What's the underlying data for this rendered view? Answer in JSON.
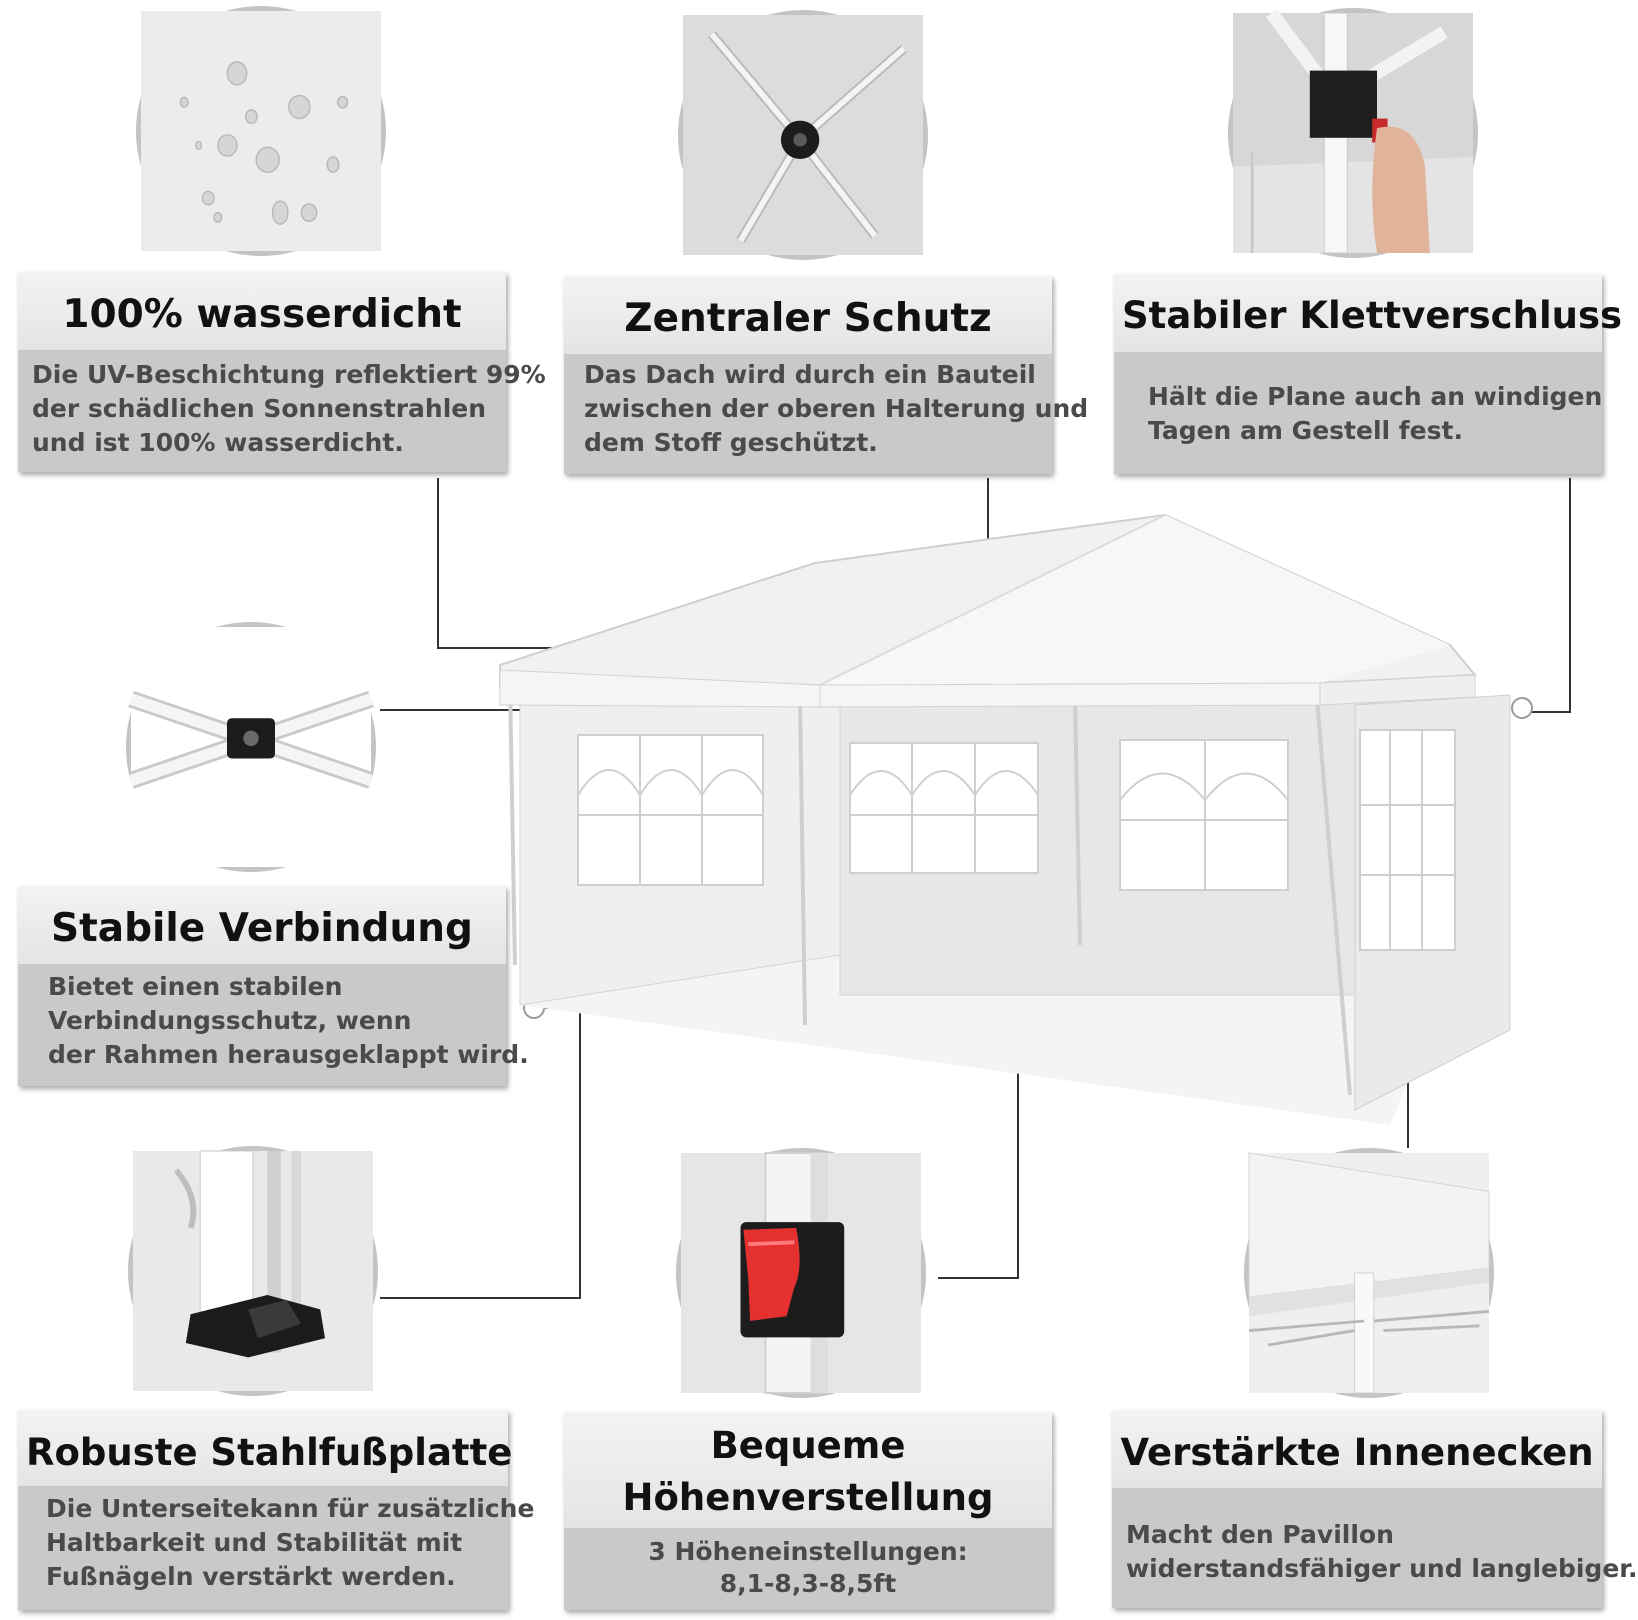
{
  "colors": {
    "card_header": "#ececec",
    "card_body": "#c9c9c9",
    "circle_border": "#c4c4c4",
    "leader_line": "#333333",
    "adjust_button": "#e62a2a"
  },
  "features": [
    {
      "title": "100% wasserdicht",
      "lines": [
        "Die UV-Beschichtung reflektiert 99%",
        "der schädlichen Sonnenstrahlen",
        "und ist 100% wasserdicht."
      ],
      "icon": "water-drops-icon"
    },
    {
      "title": "Zentraler Schutz",
      "lines": [
        "Das Dach wird durch ein Bauteil",
        "zwischen der oberen Halterung und",
        "dem Stoff geschützt."
      ],
      "icon": "roof-hub-icon"
    },
    {
      "title": "Stabiler Klettverschluss",
      "lines": [
        "Hält die Plane auch an windigen",
        "Tagen am Gestell fest."
      ],
      "icon": "corner-bracket-icon"
    },
    {
      "title": "Stabile Verbindung",
      "lines": [
        "Bietet einen stabilen",
        "Verbindungsschutz, wenn",
        "der Rahmen herausgeklappt wird."
      ],
      "icon": "cross-joint-icon"
    },
    {
      "title": "Robuste Stahlfußplatte",
      "lines": [
        "Die Unterseitekann für zusätzliche",
        "Haltbarkeit und Stabilität mit",
        "Fußnägeln verstärkt werden."
      ],
      "icon": "foot-plate-icon"
    },
    {
      "title_lines": [
        "Bequeme",
        "Höhenverstellung"
      ],
      "lines": [
        "3 Höheneinstellungen:",
        "8,1-8,3-8,5ft"
      ],
      "icon": "height-lock-icon"
    },
    {
      "title": "Verstärkte Innenecken",
      "lines": [
        "Macht den Pavillon",
        "widerstandsfähiger und langlebiger."
      ],
      "icon": "inner-corner-icon"
    }
  ]
}
